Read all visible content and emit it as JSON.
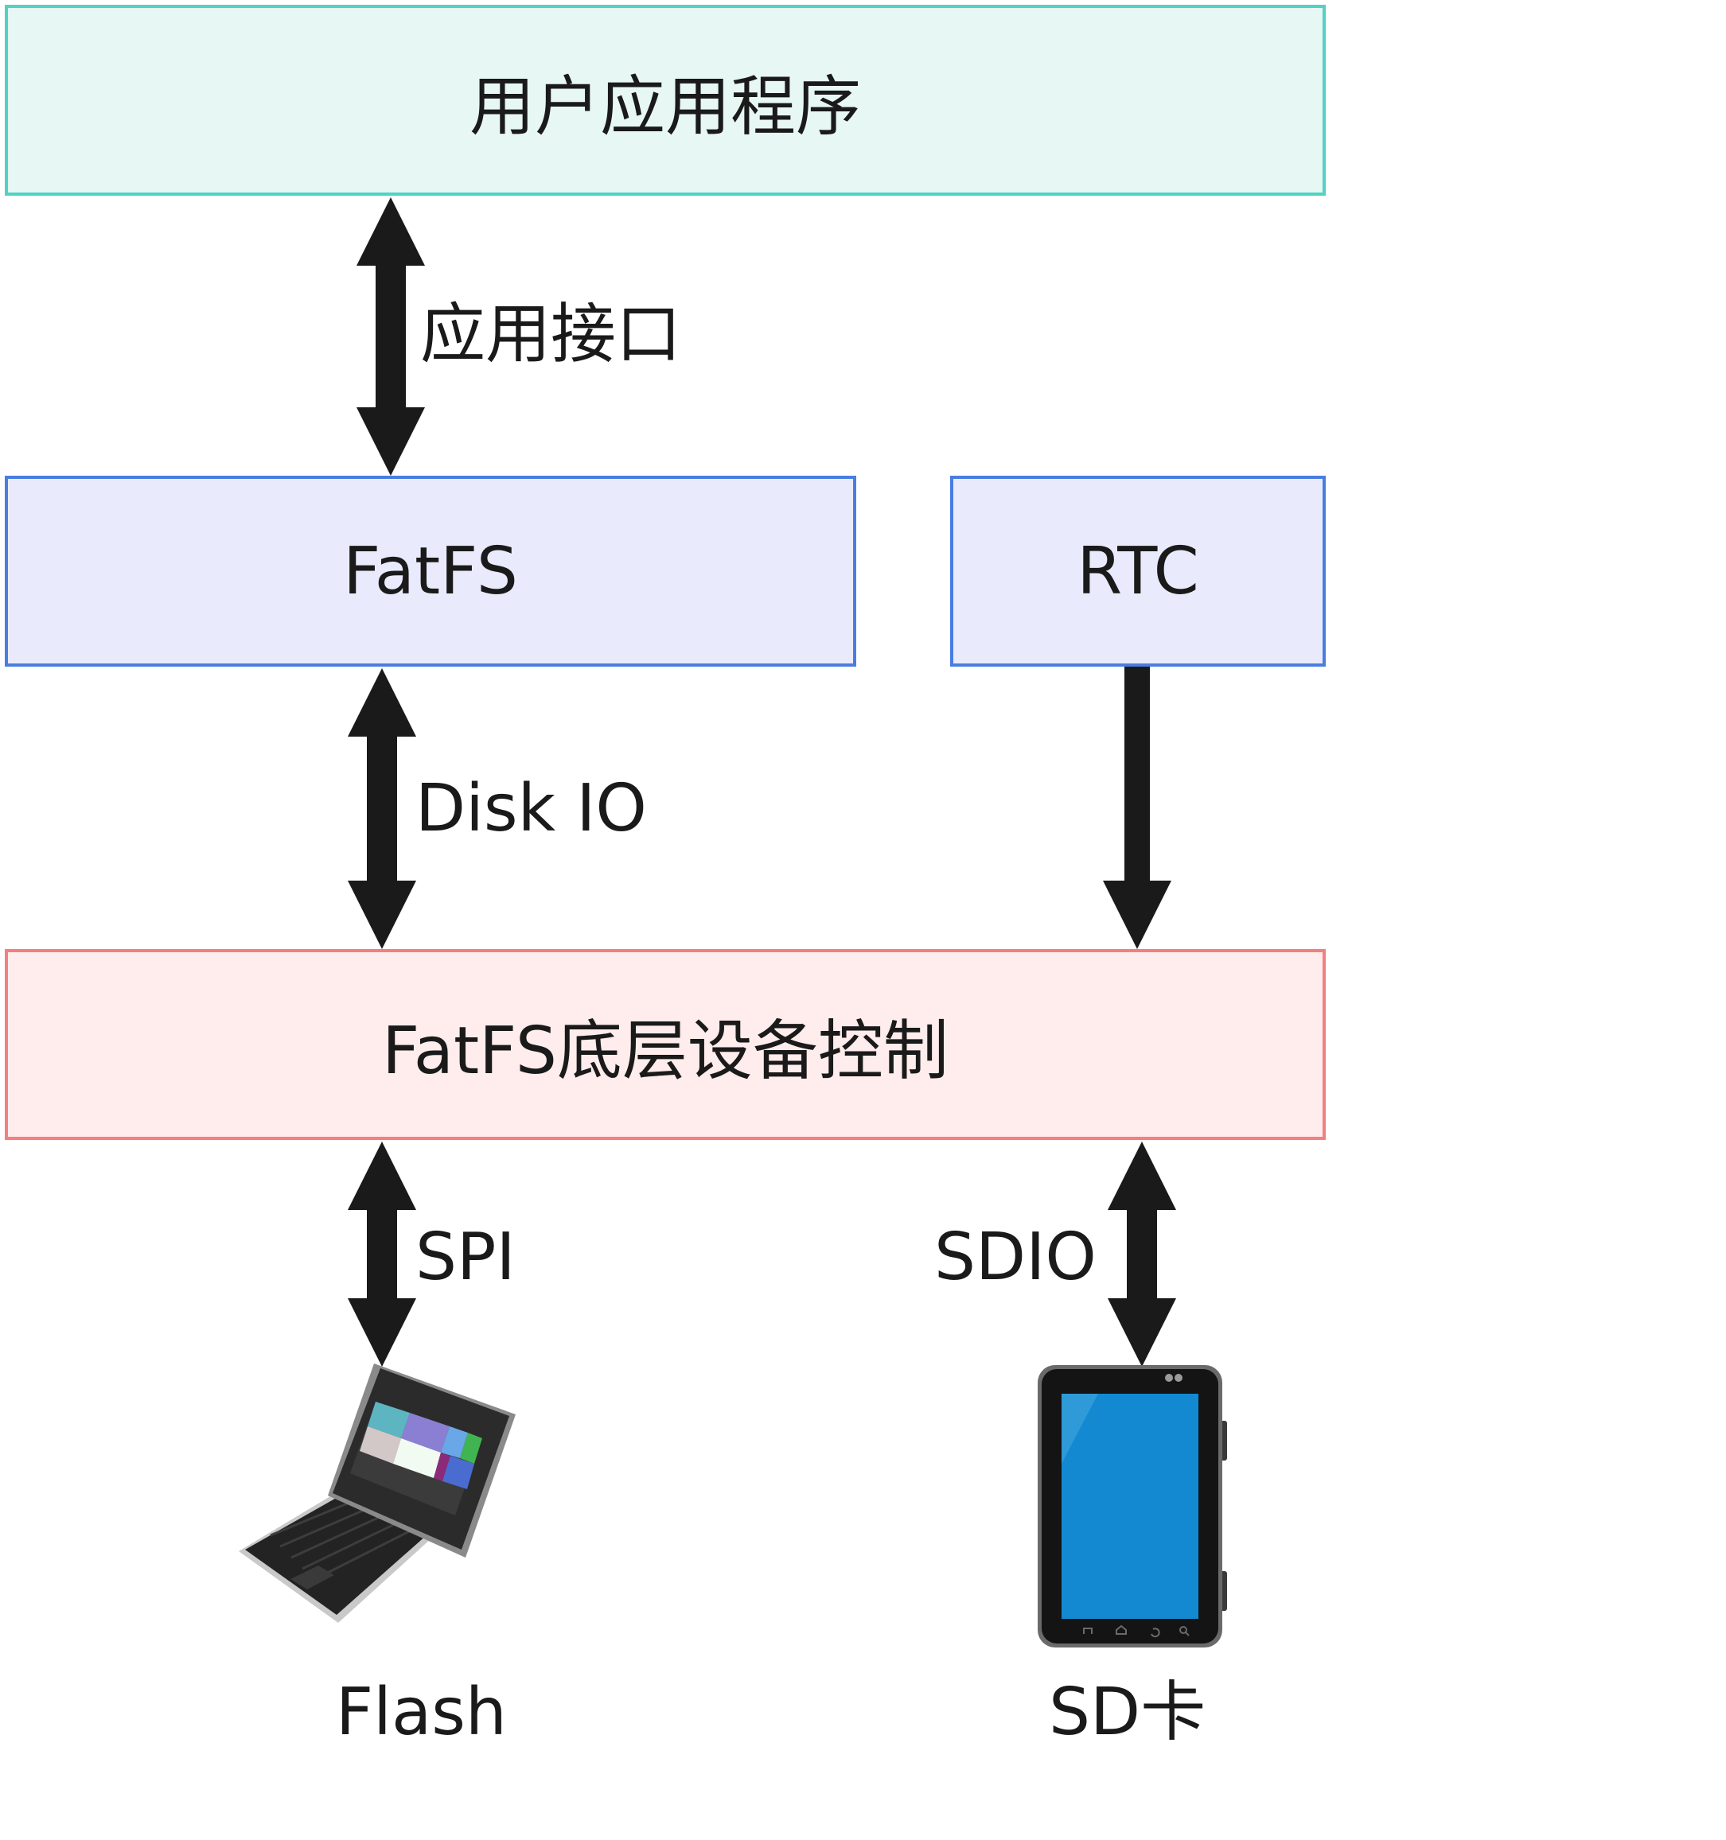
{
  "layers": {
    "app": "用户应用程序",
    "fatfs": "FatFS",
    "rtc": "RTC",
    "driver": "FatFS底层设备控制"
  },
  "interfaces": {
    "app_api": "应用接口",
    "disk_io": "Disk IO",
    "spi": "SPI",
    "sdio": "SDIO"
  },
  "devices": {
    "flash": "Flash",
    "sd_card": "SD卡"
  },
  "colors": {
    "app_fill": "#e7f7f3",
    "app_border": "#4fd3c4",
    "fatfs_fill": "#e9ebfc",
    "fatfs_border": "#4a7de0",
    "driver_fill": "#ffecec",
    "driver_border": "#f28080",
    "arrow": "#1a1a1a"
  },
  "icons": {
    "flash": "laptop-icon",
    "sd_card": "tablet-icon"
  }
}
